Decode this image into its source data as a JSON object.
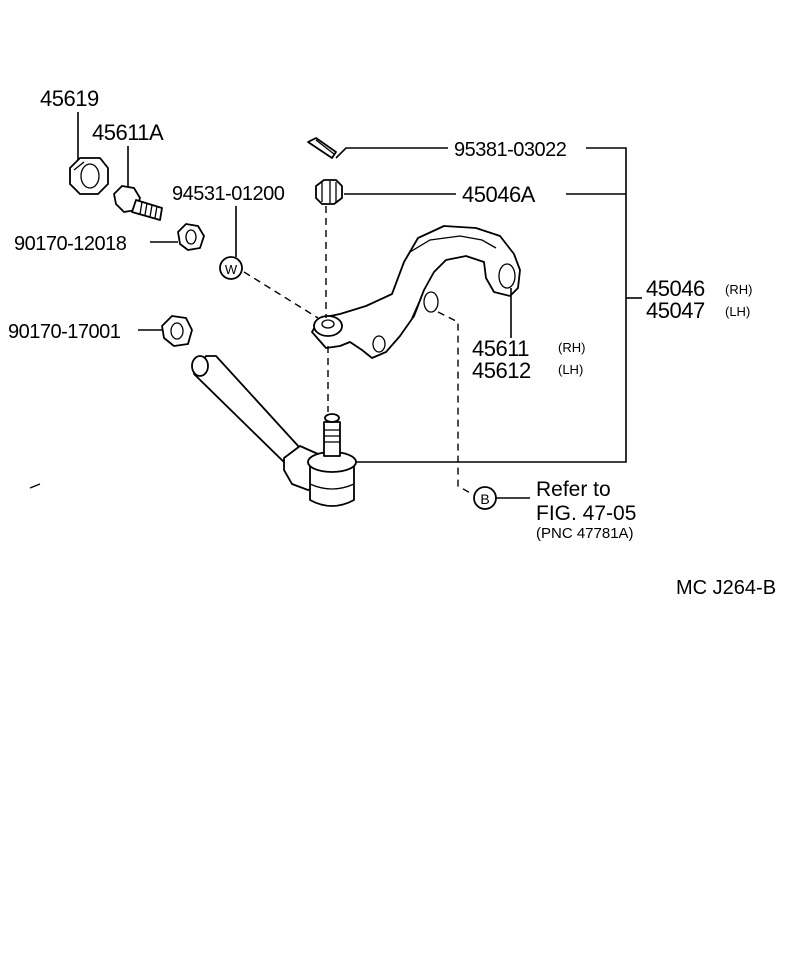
{
  "diagram": {
    "labels": {
      "p45619": "45619",
      "p45611A": "45611A",
      "p90170_12018": "90170-12018",
      "p94531_01200": "94531-01200",
      "p95381_03022": "95381-03022",
      "p45046A": "45046A",
      "p45046": "45046",
      "p45046_side": "(RH)",
      "p45047": "45047",
      "p45047_side": "(LH)",
      "p90170_17001": "90170-17001",
      "p45611": "45611",
      "p45611_side": "(RH)",
      "p45612": "45612",
      "p45612_side": "(LH)"
    },
    "markers": {
      "w": "W",
      "b": "B"
    },
    "reference": {
      "line1": "Refer to",
      "line2": "FIG. 47-05",
      "line3": "(PNC 47781A)"
    },
    "figure_code": "MC J264-B"
  }
}
